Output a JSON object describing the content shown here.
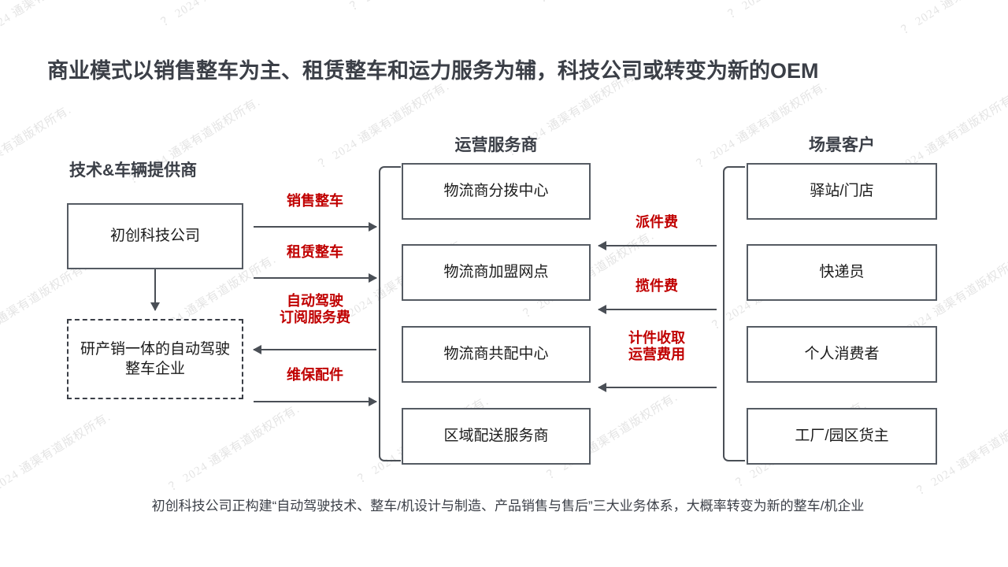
{
  "slide": {
    "title": "商业模式以销售整车为主、租赁整车和运力服务为辅，科技公司或转变为新的OEM",
    "footer": "初创科技公司正构建“自动驾驶技术、整车/机设计与制造、产品销售与售后”三大业务体系，大概率转变为新的整车/机企业",
    "watermark_text": "？ 2024 通渠有道版权所有.",
    "colors": {
      "title": "#3b3f47",
      "accent_red": "#c00000",
      "box_border": "#555b63",
      "connector": "#4a4f56",
      "background": "#ffffff",
      "watermark": "#cfcfcf"
    }
  },
  "columns": {
    "left": {
      "header": "技术&车辆提供商",
      "nodes": [
        {
          "label": "初创科技公司",
          "style": "solid"
        },
        {
          "label": "研产销一体的自动驾驶整车企业",
          "style": "dashed"
        }
      ]
    },
    "middle": {
      "header": "运营服务商",
      "nodes": [
        {
          "label": "物流商分拨中心"
        },
        {
          "label": "物流商加盟网点"
        },
        {
          "label": "物流商共配中心"
        },
        {
          "label": "区域配送服务商"
        }
      ]
    },
    "right": {
      "header": "场景客户",
      "nodes": [
        {
          "label": "驿站/门店"
        },
        {
          "label": "快递员"
        },
        {
          "label": "个人消费者"
        },
        {
          "label": "工厂/园区货主"
        }
      ]
    }
  },
  "flows": {
    "left_to_middle": [
      {
        "label": "销售整车",
        "direction": "right"
      },
      {
        "label": "租赁整车",
        "direction": "right"
      },
      {
        "label": "自动驾驶\n订阅服务费",
        "direction": "left"
      },
      {
        "label": "维保配件",
        "direction": "right"
      }
    ],
    "right_to_middle": [
      {
        "label": "派件费",
        "direction": "left"
      },
      {
        "label": "揽件费",
        "direction": "left"
      },
      {
        "label": "计件收取\n运营费用",
        "direction": "left"
      }
    ]
  }
}
